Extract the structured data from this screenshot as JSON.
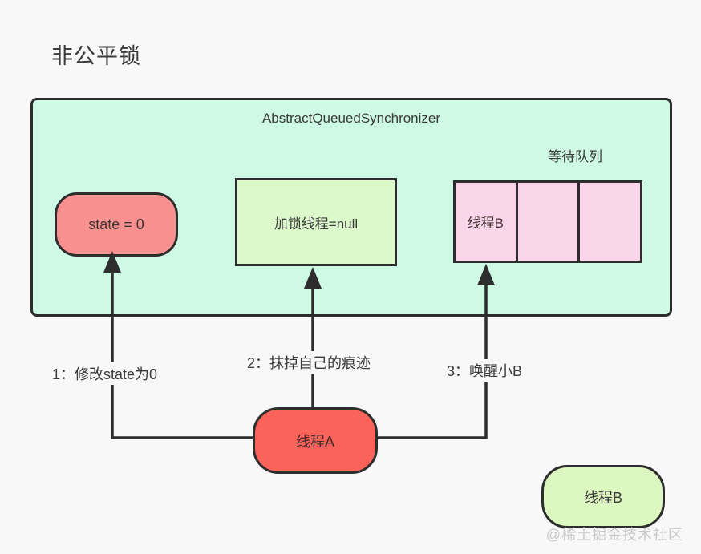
{
  "title": "非公平锁",
  "aqs": {
    "label": "AbstractQueuedSynchronizer",
    "queue_label": "等待队列",
    "state_box_label": "state = 0",
    "lock_thread_box_label": "加锁线程=null",
    "queue": {
      "cells": [
        {
          "label": "线程B"
        },
        {
          "label": ""
        },
        {
          "label": ""
        }
      ]
    }
  },
  "steps": [
    {
      "label": "1：修改state为0"
    },
    {
      "label": "2：抹掉自己的痕迹"
    },
    {
      "label": "3：唤醒小B"
    }
  ],
  "thread_a_label": "线程A",
  "thread_b_label": "线程B",
  "watermark": "@稀土掘金技术社区",
  "colors": {
    "background": "#f8f8f8",
    "aqs_fill": "#cdf9e5",
    "state_box_fill": "#f89090",
    "lock_thread_box_fill": "#dcf9cb",
    "queue_cell_fill": "#fbd6ea",
    "thread_a_fill": "#f9635a",
    "thread_b_fill": "#ddf7c0",
    "border": "#2d2d2d",
    "text": "#3a3a3a",
    "watermark": "#c9c9c9"
  }
}
